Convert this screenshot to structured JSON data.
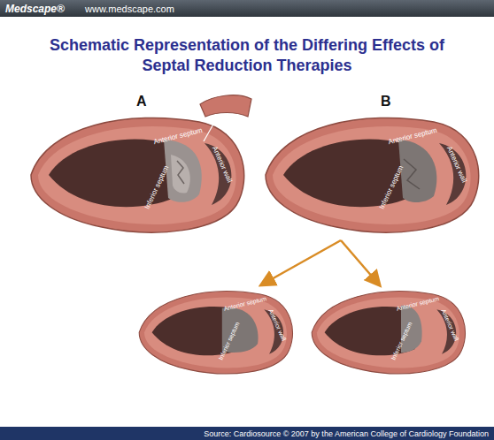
{
  "diagram": {
    "title": "Schematic Representation of the Differing Effects of Septal Reduction Therapies",
    "caption": "Source: Cardiosource © 2007 by the American College of Cardiology Foundation",
    "labels": [
      "Medscape®",
      "www.medscape.com",
      "A",
      "B",
      "Inferior septum",
      "Anterior septum",
      "Anterior wall",
      "Inferior septum",
      "Anterior septum",
      "Anterior wall",
      "Inferior septum",
      "Anterior septum",
      "Anterior wall",
      "Inferior septum",
      "Anterior septum",
      "Anterior wall"
    ]
  }
}
